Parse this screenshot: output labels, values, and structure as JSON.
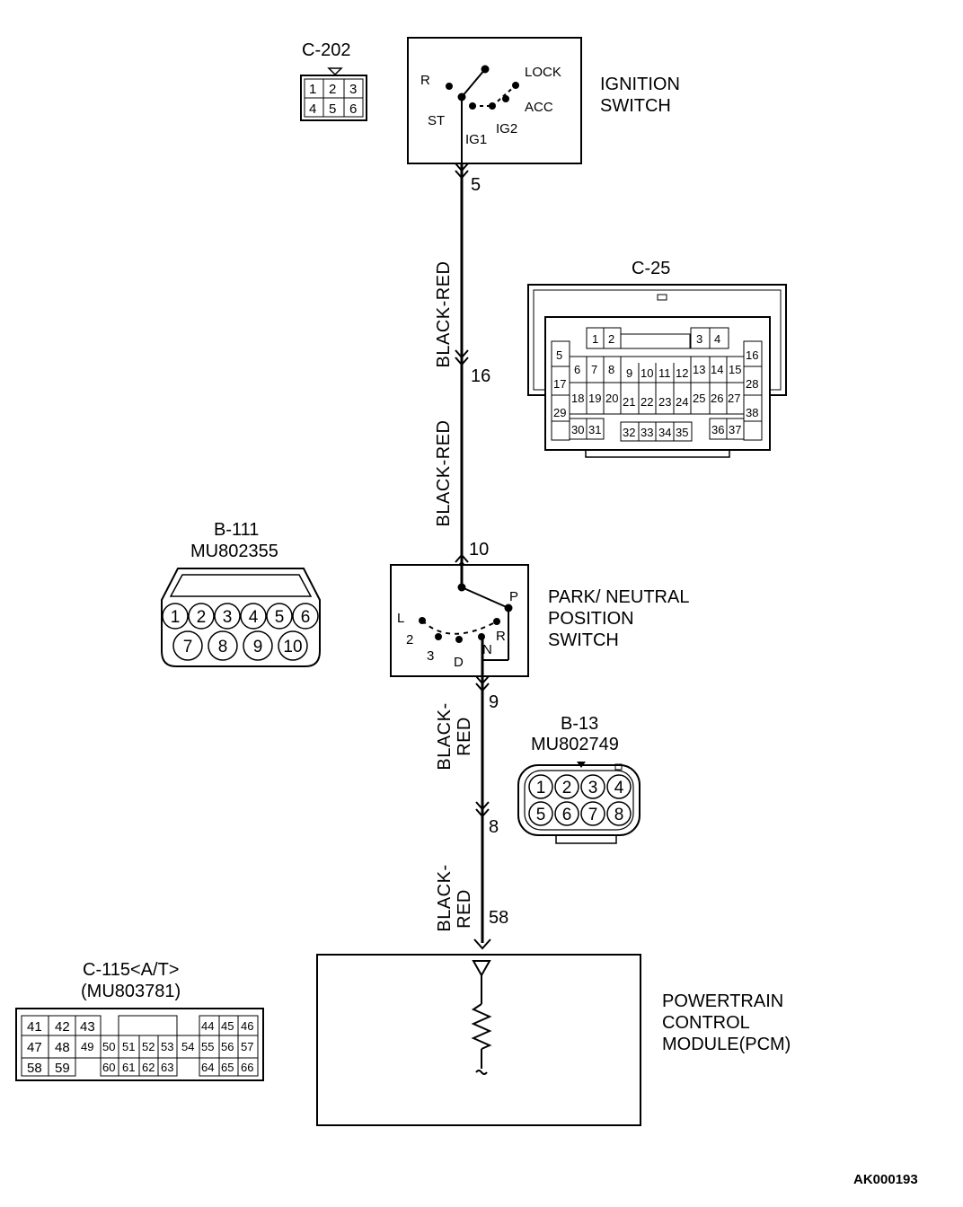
{
  "ignition_switch": {
    "name_line1": "IGNITION",
    "name_line2": "SWITCH",
    "positions": {
      "lock": "LOCK",
      "acc": "ACC",
      "r": "R",
      "st": "ST",
      "ig1": "IG1",
      "ig2": "IG2"
    },
    "pin": "5"
  },
  "connector_c202": {
    "label": "C-202",
    "pins": [
      "1",
      "2",
      "3",
      "4",
      "5",
      "6"
    ]
  },
  "connector_c25": {
    "label": "C-25",
    "pins": [
      "1",
      "2",
      "3",
      "4",
      "5",
      "6",
      "7",
      "8",
      "9",
      "10",
      "11",
      "12",
      "13",
      "14",
      "15",
      "16",
      "17",
      "18",
      "19",
      "20",
      "21",
      "22",
      "23",
      "24",
      "25",
      "26",
      "27",
      "28",
      "29",
      "30",
      "31",
      "32",
      "33",
      "34",
      "35",
      "36",
      "37",
      "38"
    ]
  },
  "wire_1": {
    "color": "BLACK-RED",
    "pin_end": "16"
  },
  "wire_2": {
    "color": "BLACK-RED",
    "pin_end": "10"
  },
  "connector_b111": {
    "label": "B-111",
    "part": "MU802355",
    "pins": [
      "1",
      "2",
      "3",
      "4",
      "5",
      "6",
      "7",
      "8",
      "9",
      "10"
    ]
  },
  "pn_switch": {
    "name_line1": "PARK/ NEUTRAL",
    "name_line2": "POSITION",
    "name_line3": "SWITCH",
    "positions": {
      "p": "P",
      "r": "R",
      "n": "N",
      "d": "D",
      "three": "3",
      "two": "2",
      "l": "L"
    },
    "pin_out": "9"
  },
  "wire_3": {
    "color_line1": "BLACK-",
    "color_line2": "RED",
    "pin_end": "8"
  },
  "connector_b13": {
    "label": "B-13",
    "part": "MU802749",
    "pins": [
      "1",
      "2",
      "3",
      "4",
      "5",
      "6",
      "7",
      "8"
    ]
  },
  "wire_4": {
    "color_line1": "BLACK-",
    "color_line2": "RED",
    "pin_end": "58"
  },
  "connector_c115": {
    "label": "C-115<A/T>",
    "part": "(MU803781)",
    "pins": [
      "41",
      "42",
      "43",
      "44",
      "45",
      "46",
      "47",
      "48",
      "49",
      "50",
      "51",
      "52",
      "53",
      "54",
      "55",
      "56",
      "57",
      "58",
      "59",
      "60",
      "61",
      "62",
      "63",
      "64",
      "65",
      "66"
    ]
  },
  "pcm": {
    "name_line1": "POWERTRAIN",
    "name_line2": "CONTROL",
    "name_line3": "MODULE(PCM)"
  },
  "figure_ref": "AK000193"
}
